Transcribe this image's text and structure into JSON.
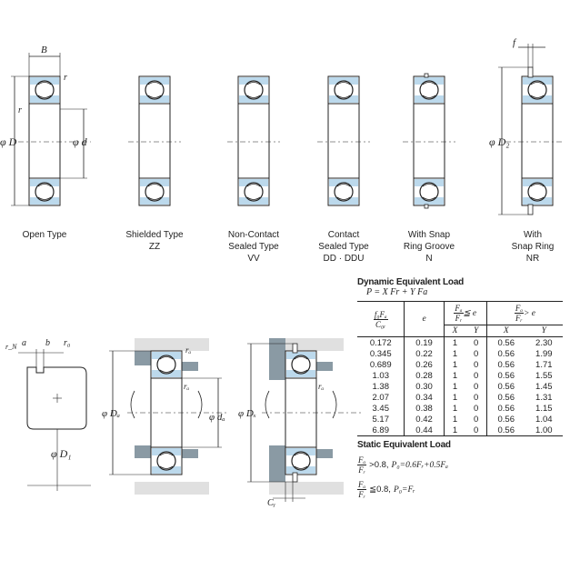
{
  "bearing_types": [
    {
      "id": "open",
      "label": "Open Type"
    },
    {
      "id": "shielded",
      "label": "Shielded Type\nZZ"
    },
    {
      "id": "noncontact",
      "label": "Non-Contact\nSealed Type\nVV"
    },
    {
      "id": "contact",
      "label": "Contact\nSealed Type\nDD · DDU"
    },
    {
      "id": "snapgroove",
      "label": "With Snap\nRing Groove\nN"
    },
    {
      "id": "snapring",
      "label": "With\nSnap Ring\nNR"
    }
  ],
  "dimension_labels": {
    "B": "B",
    "r": "r",
    "D": "φ D",
    "d": "φ d",
    "f": "f",
    "D2": "φ D₂",
    "ra": "rₐ",
    "Da": "φ Dₐ",
    "da": "φ dₐ",
    "rN": "r_N",
    "a": "a",
    "b": "b",
    "r0": "r₀",
    "D1": "φ D₁",
    "DX": "φ Dₓ",
    "CY": "Cᵧ"
  },
  "dynamic_load": {
    "title": "Dynamic Equivalent Load",
    "formula": "P = X Fr + Y Fa",
    "col_ratio_num": "f₀Fₐ",
    "col_ratio_den": "C₀ᵣ",
    "col_e": "e",
    "cond_le_num": "Fₐ",
    "cond_le_den": "Fᵣ",
    "cond_le_sym": "≦ e",
    "cond_gt_num": "Fₐ",
    "cond_gt_den": "Fᵣ",
    "cond_gt_sym": "> e",
    "X": "X",
    "Y": "Y",
    "rows": [
      {
        "ratio": "0.172",
        "e": "0.19",
        "X1": "1",
        "Y1": "0",
        "X2": "0.56",
        "Y2": "2.30"
      },
      {
        "ratio": "0.345",
        "e": "0.22",
        "X1": "1",
        "Y1": "0",
        "X2": "0.56",
        "Y2": "1.99"
      },
      {
        "ratio": "0.689",
        "e": "0.26",
        "X1": "1",
        "Y1": "0",
        "X2": "0.56",
        "Y2": "1.71"
      },
      {
        "ratio": "1.03",
        "e": "0.28",
        "X1": "1",
        "Y1": "0",
        "X2": "0.56",
        "Y2": "1.55"
      },
      {
        "ratio": "1.38",
        "e": "0.30",
        "X1": "1",
        "Y1": "0",
        "X2": "0.56",
        "Y2": "1.45"
      },
      {
        "ratio": "2.07",
        "e": "0.34",
        "X1": "1",
        "Y1": "0",
        "X2": "0.56",
        "Y2": "1.31"
      },
      {
        "ratio": "3.45",
        "e": "0.38",
        "X1": "1",
        "Y1": "0",
        "X2": "0.56",
        "Y2": "1.15"
      },
      {
        "ratio": "5.17",
        "e": "0.42",
        "X1": "1",
        "Y1": "0",
        "X2": "0.56",
        "Y2": "1.04"
      },
      {
        "ratio": "6.89",
        "e": "0.44",
        "X1": "1",
        "Y1": "0",
        "X2": "0.56",
        "Y2": "1.00"
      }
    ]
  },
  "static_load": {
    "title": "Static Equivalent Load",
    "frac_num": "Fₐ",
    "frac_den": "Fᵣ",
    "cond1": ">0.8,",
    "eq1": "P₀=0.6Fᵣ+0.5Fₐ",
    "cond2": "≦0.8,",
    "eq2": "P₀=Fᵣ"
  }
}
